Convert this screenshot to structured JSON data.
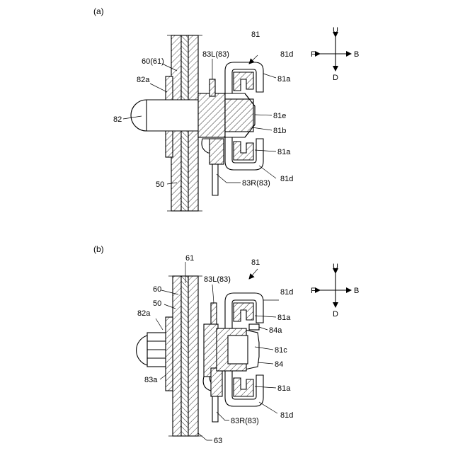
{
  "panels": {
    "a": {
      "panel_label": "(a)",
      "labels": {
        "l81": "81",
        "l81d_top": "81d",
        "l60_61": "60(61)",
        "l83L": "83L(83)",
        "l81a_top": "81a",
        "l82a": "82a",
        "l82": "82",
        "l81e": "81e",
        "l81b": "81b",
        "l81a_bottom": "81a",
        "l50": "50",
        "l83R": "83R(83)",
        "l81d_bottom": "81d"
      },
      "compass": {
        "up": "U",
        "down": "D",
        "front": "F",
        "back": "B"
      }
    },
    "b": {
      "panel_label": "(b)",
      "labels": {
        "l61": "61",
        "l81": "81",
        "l83L": "83L(83)",
        "l60": "60",
        "l81d_top": "81d",
        "l50": "50",
        "l81a_top": "81a",
        "l84a": "84a",
        "l82a": "82a",
        "l81c": "81c",
        "l84": "84",
        "l83a": "83a",
        "l81a_bottom": "81a",
        "l81d_bottom": "81d",
        "l83R": "83R(83)",
        "l63": "63"
      },
      "compass": {
        "up": "U",
        "down": "D",
        "front": "F",
        "back": "B"
      }
    }
  }
}
